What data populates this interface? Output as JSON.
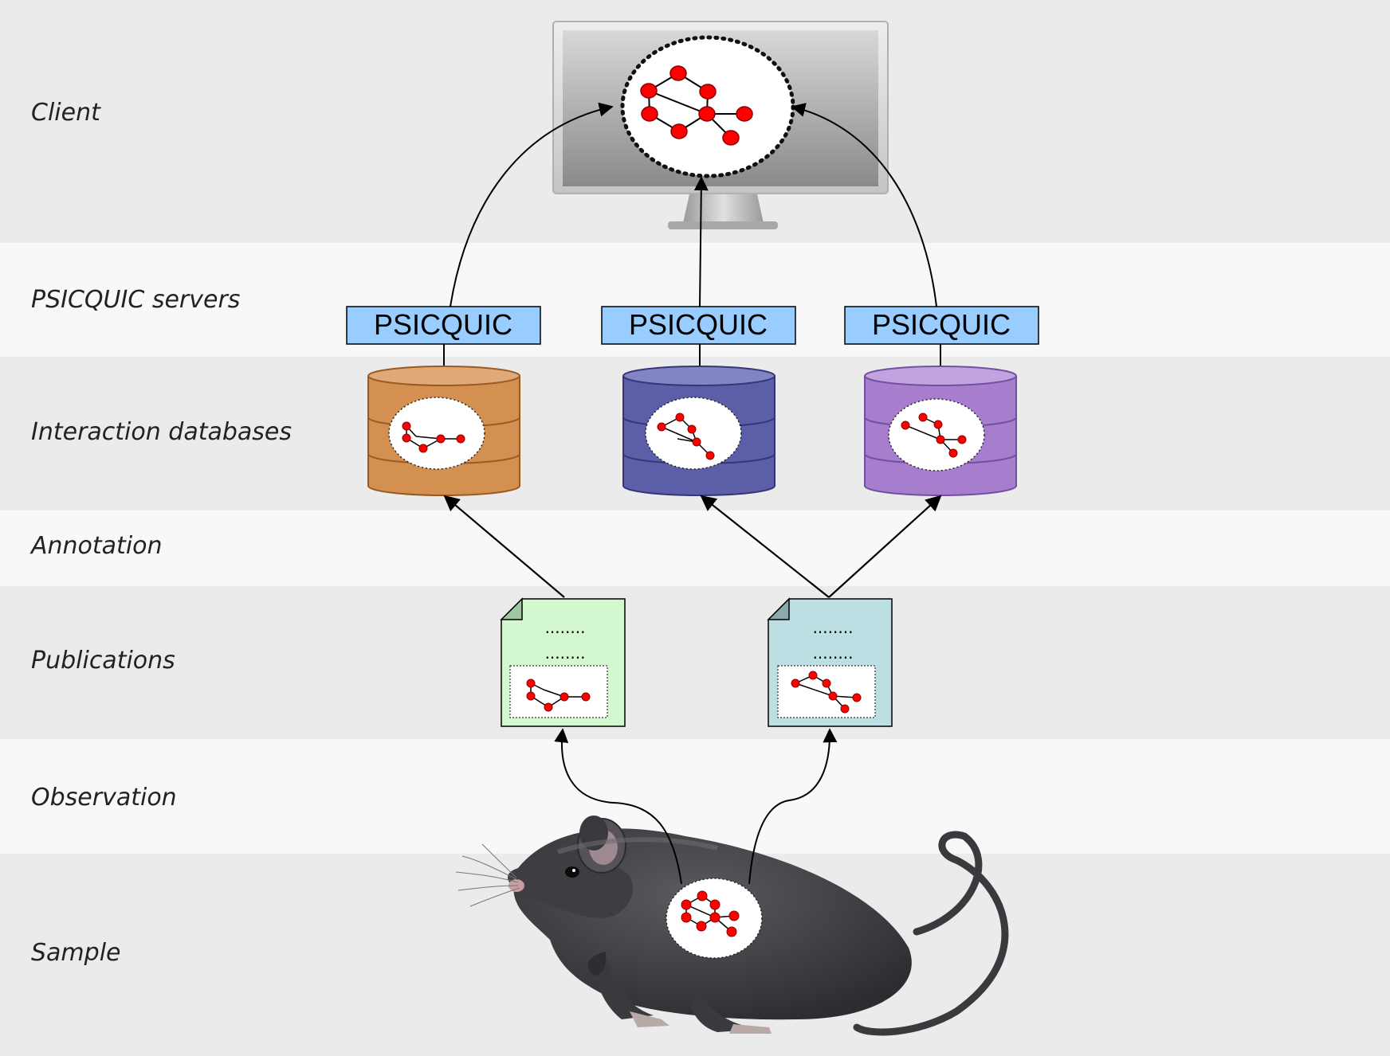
{
  "layers": [
    {
      "id": "client",
      "label": "Client"
    },
    {
      "id": "servers",
      "label": "PSICQUIC servers"
    },
    {
      "id": "databases",
      "label": "Interaction databases"
    },
    {
      "id": "annotation",
      "label": "Annotation"
    },
    {
      "id": "publications",
      "label": "Publications"
    },
    {
      "id": "observation",
      "label": "Observation"
    },
    {
      "id": "sample",
      "label": "Sample"
    }
  ],
  "servers": [
    {
      "label": "PSICQUIC"
    },
    {
      "label": "PSICQUIC"
    },
    {
      "label": "PSICQUIC"
    }
  ],
  "databases": [
    {
      "id": "db-orange",
      "color": "#d49050"
    },
    {
      "id": "db-blue",
      "color": "#5d5ea8"
    },
    {
      "id": "db-purple",
      "color": "#a77dcd"
    }
  ],
  "publications": [
    {
      "id": "pub-green",
      "color": "#d3f8d0",
      "text_lines": [
        "........",
        "........"
      ]
    },
    {
      "id": "pub-teal",
      "color": "#bcdfe4",
      "text_lines": [
        "........",
        "........"
      ]
    }
  ],
  "colors": {
    "band_light": "#f8f8f8",
    "band_dark": "#ebebeb",
    "server_box": "#99ccff",
    "network_node": "#ff0000"
  }
}
